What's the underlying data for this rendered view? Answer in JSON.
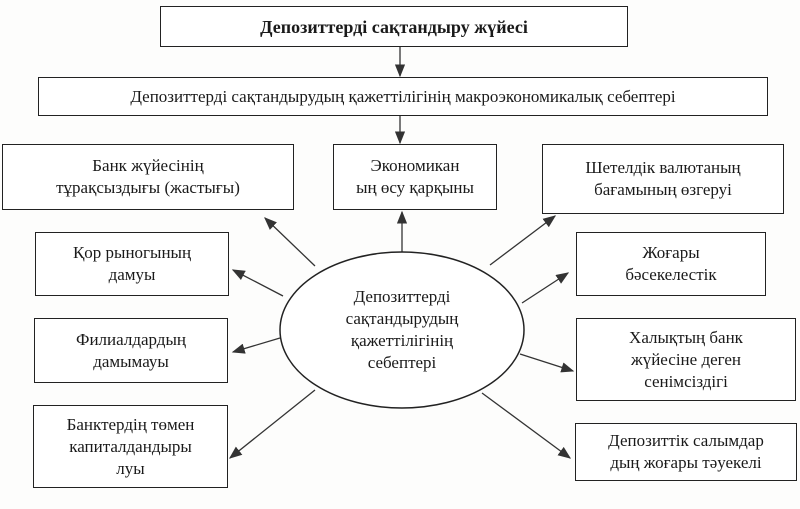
{
  "title": "Депозиттерді сақтандыру жүйесі",
  "subtitle": "Депозиттерді сақтандырудың қажеттілігінің макроэкономикалық себептері",
  "center": [
    "Депозиттерді",
    "сақтандырудың",
    "қажеттілігінің",
    "себептері"
  ],
  "top_boxes": [
    [
      "Банк жүйесінің",
      "тұрақсыздығы (жастығы)"
    ],
    [
      "Экономикан",
      "ың өсу қарқыны"
    ],
    [
      "Шетелдік валютаның",
      "бағамының өзгеруі"
    ]
  ],
  "left_boxes": [
    [
      "Қор рыногының",
      "дамуы"
    ],
    [
      "Филиалдардың",
      "дамымауы"
    ],
    [
      "Банктердің төмен",
      "капиталдандыры",
      "луы"
    ]
  ],
  "right_boxes": [
    [
      "Жоғары",
      "бәсекелестік"
    ],
    [
      "Халықтың банк",
      "жүйесіне деген",
      "сенімсіздігі"
    ],
    [
      "Депозиттік салымдар",
      "дың жоғары тәуекелі"
    ]
  ]
}
